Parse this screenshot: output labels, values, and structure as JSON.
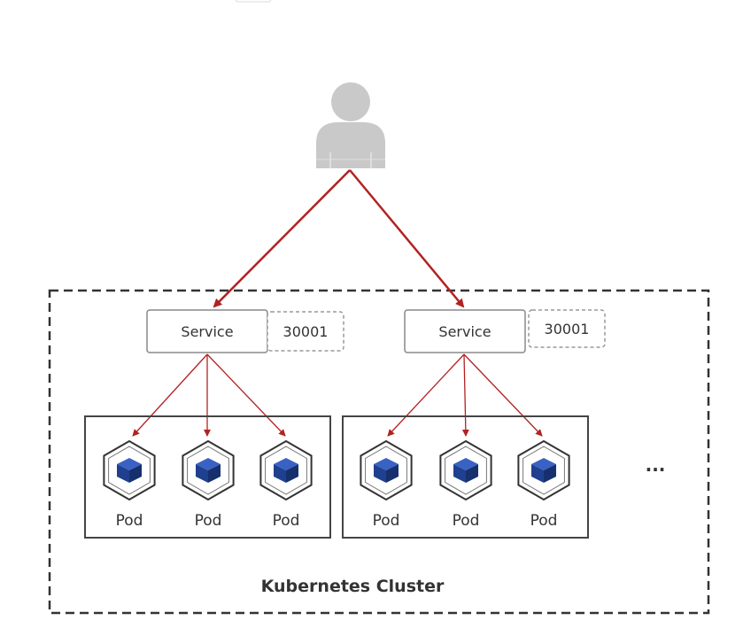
{
  "cluster": {
    "label": "Kubernetes Cluster"
  },
  "client": {
    "icon": "user-icon"
  },
  "services": [
    {
      "label": "Service",
      "port": "30001",
      "pods": [
        {
          "label": "Pod",
          "icon": "pod-cube-icon"
        },
        {
          "label": "Pod",
          "icon": "pod-cube-icon"
        },
        {
          "label": "Pod",
          "icon": "pod-cube-icon"
        }
      ]
    },
    {
      "label": "Service",
      "port": "30001",
      "pods": [
        {
          "label": "Pod",
          "icon": "pod-cube-icon"
        },
        {
          "label": "Pod",
          "icon": "pod-cube-icon"
        },
        {
          "label": "Pod",
          "icon": "pod-cube-icon"
        }
      ]
    }
  ],
  "more_indicator": "...",
  "colors": {
    "arrow": "#b22222",
    "pod_cube": "#1f3f8f",
    "border": "#444444",
    "user": "#c8c8c8"
  }
}
